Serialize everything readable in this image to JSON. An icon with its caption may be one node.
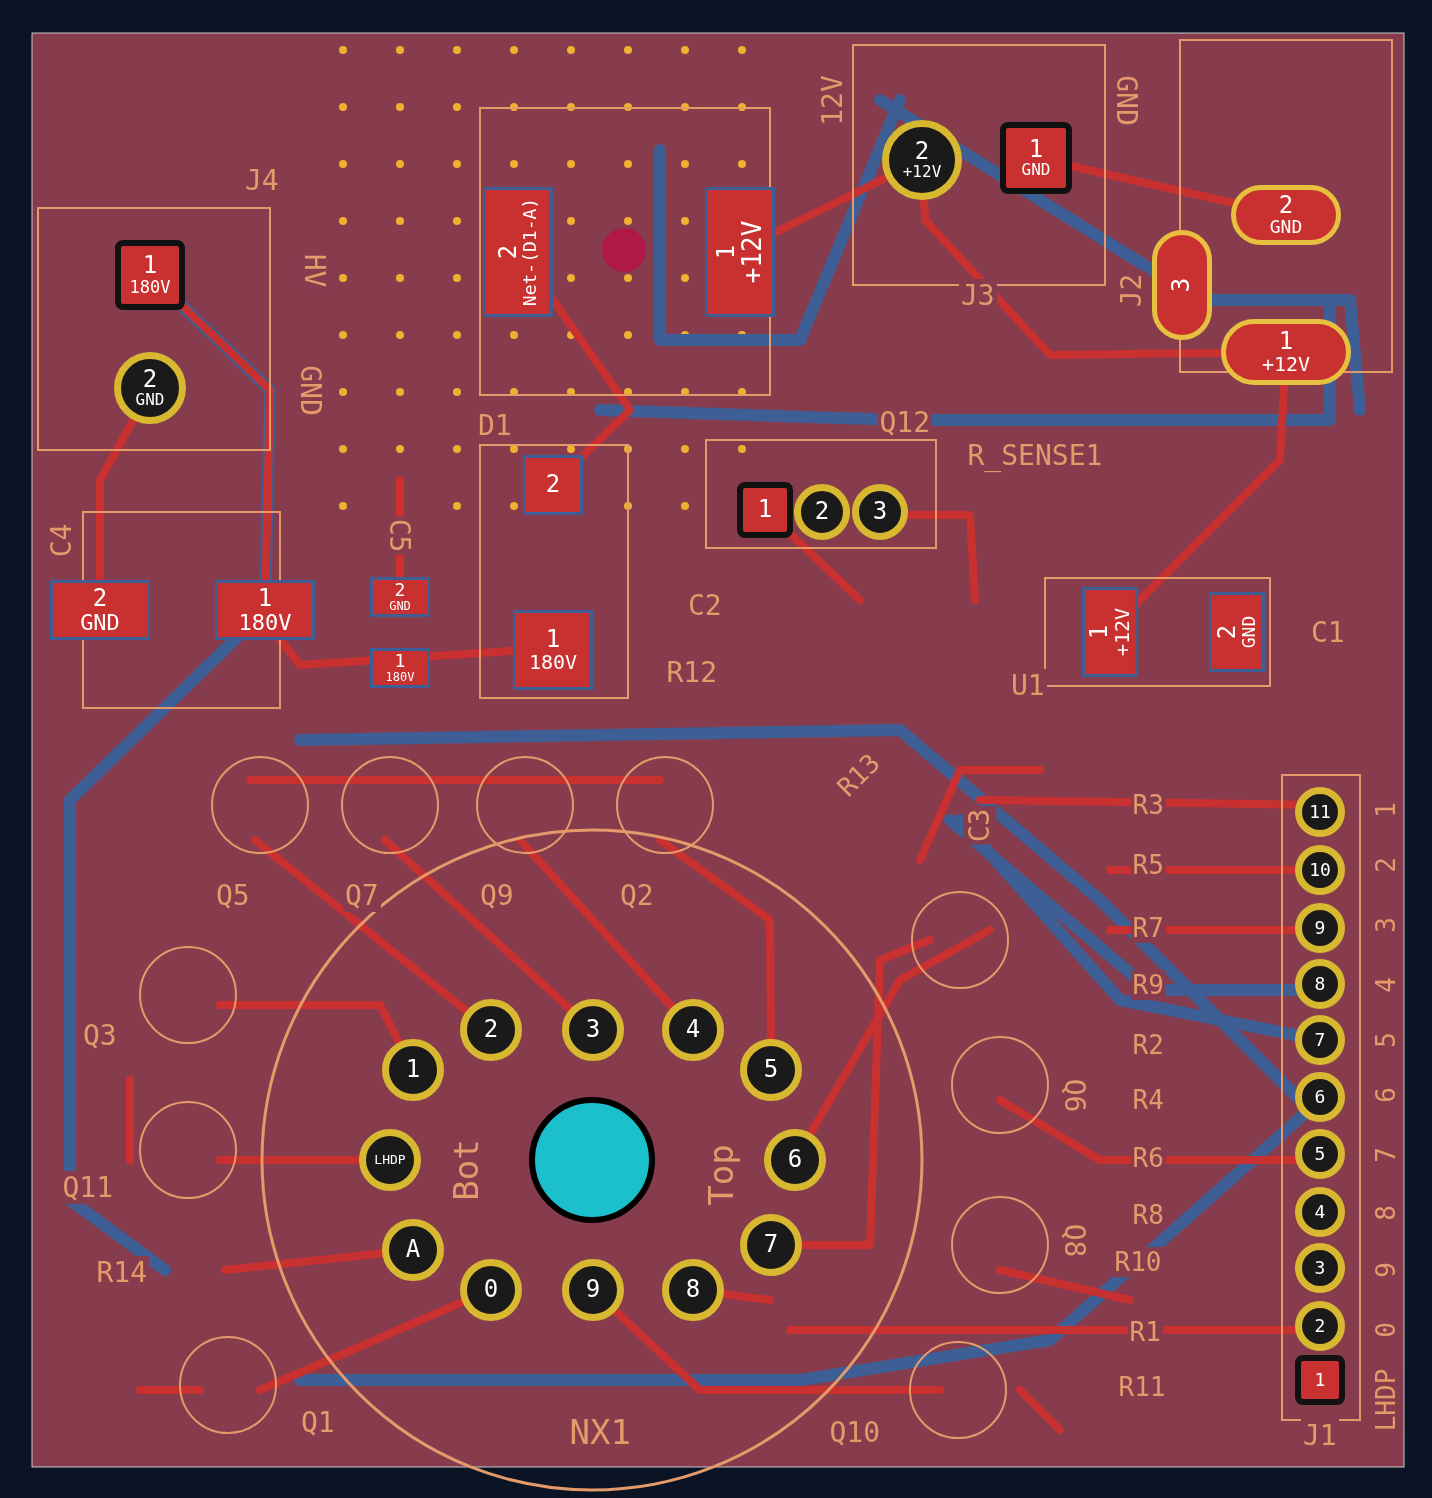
{
  "diagram": {
    "labels": [
      "12V",
      "GND",
      "J4",
      "HV",
      "GND",
      "1",
      "180V",
      "2",
      "GND",
      "2",
      "Net-(D1-A)",
      "1",
      "+12V",
      "2",
      "+12V",
      "1",
      "GND",
      "2",
      "GND",
      "3",
      "1",
      "+12V",
      "J3",
      "J2",
      "D1",
      "Q12",
      "R_SENSE1",
      "2",
      "1",
      "180V",
      "1",
      "2",
      "3",
      "C4",
      "C5",
      "2",
      "GND",
      "1",
      "180V",
      "2",
      "GND",
      "1",
      "180V",
      "C2",
      "R12",
      "U1",
      "1",
      "+12V",
      "2",
      "GND",
      "C1",
      "R13",
      "C3",
      "R3",
      "1",
      "11",
      "R5",
      "2",
      "10",
      "R7",
      "3",
      "9",
      "R9",
      "4",
      "8",
      "R2",
      "5",
      "7",
      "R4",
      "6",
      "6",
      "R6",
      "7",
      "5",
      "R8",
      "8",
      "4",
      "R10",
      "9",
      "3",
      "R1",
      "0",
      "2",
      "R11",
      "LHDP",
      "1",
      "Q5",
      "Q7",
      "Q9",
      "Q2",
      "Q3",
      "Q6",
      "Q11",
      "Q8",
      "R14",
      "2",
      "3",
      "4",
      "1",
      "5",
      "LHDP",
      "Bot",
      "Top",
      "6",
      "A",
      "7",
      "0",
      "9",
      "8",
      "Q1",
      "NX1",
      "Q10",
      "J1"
    ]
  }
}
